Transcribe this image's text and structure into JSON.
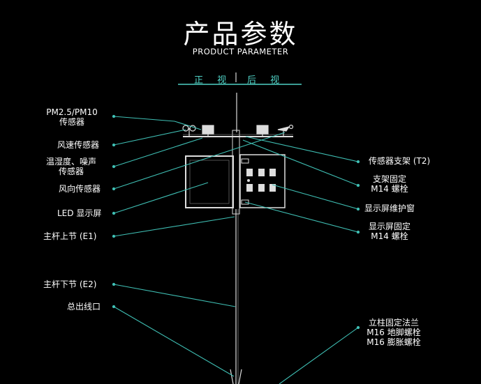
{
  "title": "产品参数",
  "subtitle": "PRODUCT PARAMETER",
  "views": {
    "front": "正 视",
    "separator": "|",
    "back": "后 视"
  },
  "left_labels": {
    "pm_line1": "PM2.5/PM10",
    "pm_line2": "传感器",
    "wind_speed": "风速传感器",
    "temp_line1": "温湿度、噪声",
    "temp_line2": "传感器",
    "wind_dir": "风向传感器",
    "led": "LED 显示屏",
    "upper_pole": "主杆上节 (E1)",
    "lower_pole": "主杆下节 (E2)",
    "outlet": "总出线口"
  },
  "right_labels": {
    "bracket": "传感器支架 (T2)",
    "bracket_fix_line1": "支架固定",
    "bracket_fix_line2": "M14 螺栓",
    "window": "显示屏维护窗",
    "screen_fix_line1": "显示屏固定",
    "screen_fix_line2": "M14 螺栓",
    "flange_line1": "立柱固定法兰",
    "flange_line2": "M16 地脚螺栓",
    "flange_line3": "M16 膨胀螺栓"
  },
  "colors": {
    "background": "#000000",
    "accent": "#4fd1c5",
    "leader": "#3fbfb4",
    "drawing": "#dddddd"
  }
}
